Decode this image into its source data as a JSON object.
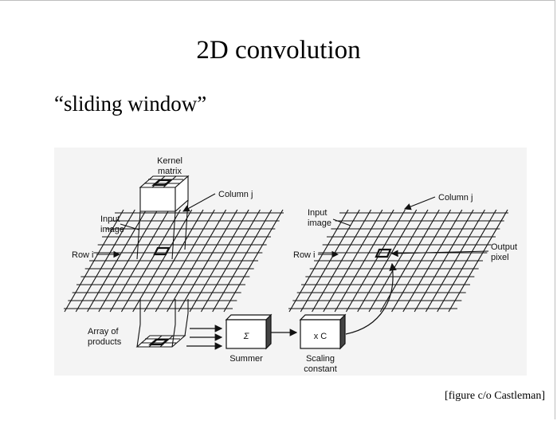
{
  "slide": {
    "title": "2D convolution",
    "subtitle": "“sliding window”",
    "credit": "[figure c/o Castleman]"
  },
  "figure": {
    "labels": {
      "kernel_matrix_line1": "Kernel",
      "kernel_matrix_line2": "matrix",
      "column_left": "Column j",
      "input_image_left_line1": "Input",
      "input_image_left_line2": "image",
      "row_left": "Row i",
      "array_line1": "Array of",
      "array_line2": "products",
      "summer_symbol": "Σ",
      "summer": "Summer",
      "scale_symbol": "x C",
      "scaling_line1": "Scaling",
      "scaling_line2": "constant",
      "column_right": "Column j",
      "input_image_right_line1": "Input",
      "input_image_right_line2": "image",
      "row_right": "Row i",
      "output_line1": "Output",
      "output_line2": "pixel"
    },
    "colors": {
      "background": "#f4f4f4",
      "ink": "#111111"
    }
  }
}
